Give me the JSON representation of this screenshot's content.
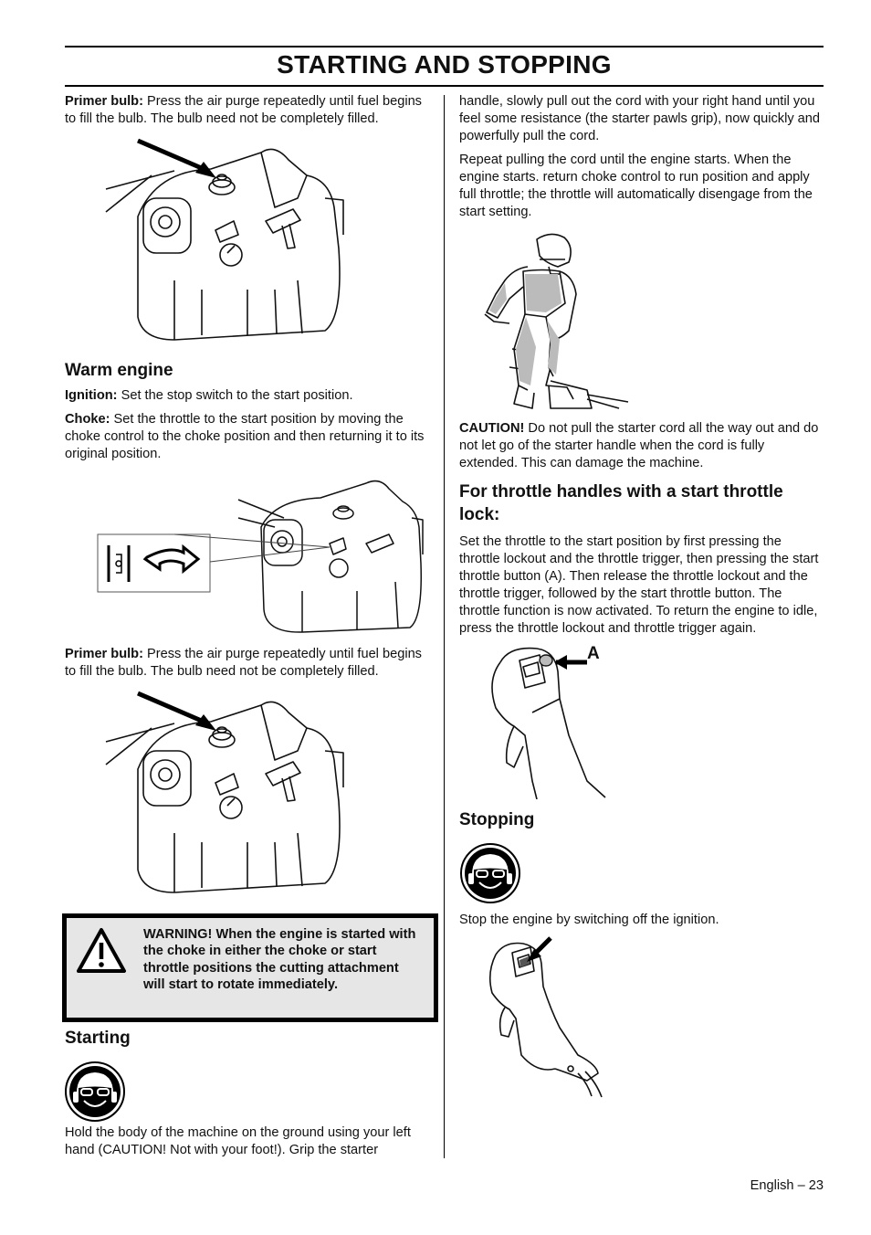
{
  "header": {
    "title": "STARTING AND STOPPING"
  },
  "left": {
    "primer1_label": "Primer bulb:",
    "primer1_text": " Press the air purge repeatedly until fuel begins to fill the bulb. The bulb need not be completely filled.",
    "warm_heading": "Warm engine",
    "ignition_label": "Ignition:",
    "ignition_text": " Set the stop switch to the start position.",
    "choke_label": "Choke:",
    "choke_text": " Set the throttle to the start position by moving the choke control to the choke position and then returning it to its original position.",
    "primer2_label": "Primer bulb:",
    "primer2_text": " Press the air purge repeatedly until fuel begins to fill the bulb. The bulb need not be completely filled.",
    "warning": "WARNING! When the engine is started with the choke in either the choke or start throttle positions the cutting attachment will start to rotate immediately.",
    "starting_heading": "Starting",
    "starting_text": "Hold the body of the machine on the ground using your left hand (CAUTION! Not with your foot!). Grip the starter"
  },
  "right": {
    "cont_text": "handle, slowly pull out the cord with your right hand until you feel some resistance (the starter pawls grip), now quickly and powerfully pull the cord.",
    "repeat_text": "Repeat pulling the cord until the engine starts. When the engine starts. return choke control to run position and apply full throttle; the throttle will automatically disengage from the start setting.",
    "caution_label": "CAUTION!",
    "caution_text": "  Do not pull the starter cord all the way out and do not let go of the starter handle when the cord is fully extended. This can damage the machine.",
    "throttle_heading": "For throttle handles with a start throttle lock:",
    "throttle_text": "Set the throttle to the start position by first pressing the throttle lockout and the throttle trigger, then pressing the start throttle button (A). Then release the throttle lockout and the throttle trigger, followed by the start throttle button. The throttle function is now activated. To return the engine to idle, press the throttle lockout and throttle trigger again.",
    "label_a": "A",
    "stopping_heading": "Stopping",
    "stopping_text": "Stop the engine by switching off the ignition."
  },
  "footer": {
    "page": "English – 23"
  }
}
